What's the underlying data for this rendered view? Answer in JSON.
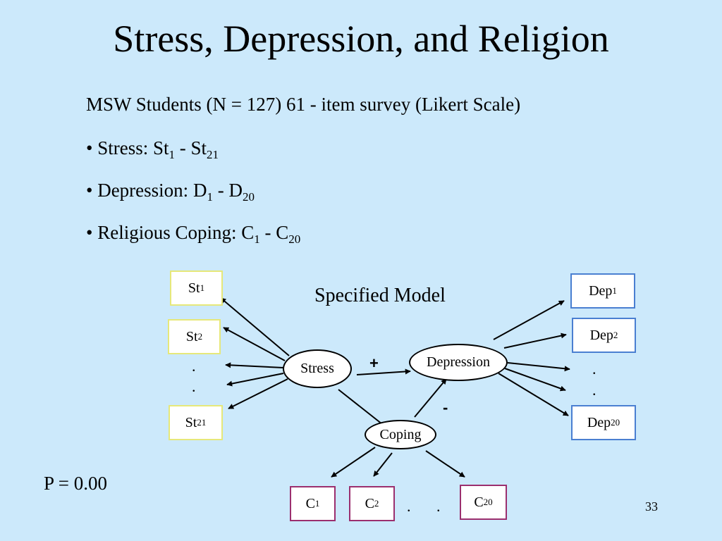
{
  "title": "Stress, Depression, and Religion",
  "intro": "MSW Students  (N = 127)  61 - item survey (Likert Scale)",
  "bullets": [
    {
      "prefix": "• Stress: ",
      "a": "St",
      "a_sub": "1",
      "sep": " - ",
      "b": "St",
      "b_sub": "21"
    },
    {
      "prefix": "• Depression: ",
      "a": "D",
      "a_sub": "1",
      "sep": " - ",
      "b": "D",
      "b_sub": "20"
    },
    {
      "prefix": "• Religious Coping: ",
      "a": "C",
      "a_sub": "1",
      "sep": " - ",
      "b": "C",
      "b_sub": "20"
    }
  ],
  "diagram": {
    "label": "Specified Model",
    "latents": {
      "stress": "Stress",
      "depression": "Depression",
      "coping": "Coping"
    },
    "stress_items": [
      {
        "base": "St",
        "sub": "1"
      },
      {
        "base": "St",
        "sub": "2"
      },
      {
        "base": "St",
        "sub": "21"
      }
    ],
    "depression_items": [
      {
        "base": "Dep",
        "sub": "1"
      },
      {
        "base": "Dep",
        "sub": "2"
      },
      {
        "base": "Dep",
        "sub": "20"
      }
    ],
    "coping_items": [
      {
        "base": "C",
        "sub": "1"
      },
      {
        "base": "C",
        "sub": "2"
      },
      {
        "base": "C",
        "sub": "20"
      }
    ],
    "ellipsis": ".",
    "signs": {
      "stress_to_depression": "+",
      "coping_to_depression": "-"
    }
  },
  "p_value": "P = 0.00",
  "page_number": "33"
}
